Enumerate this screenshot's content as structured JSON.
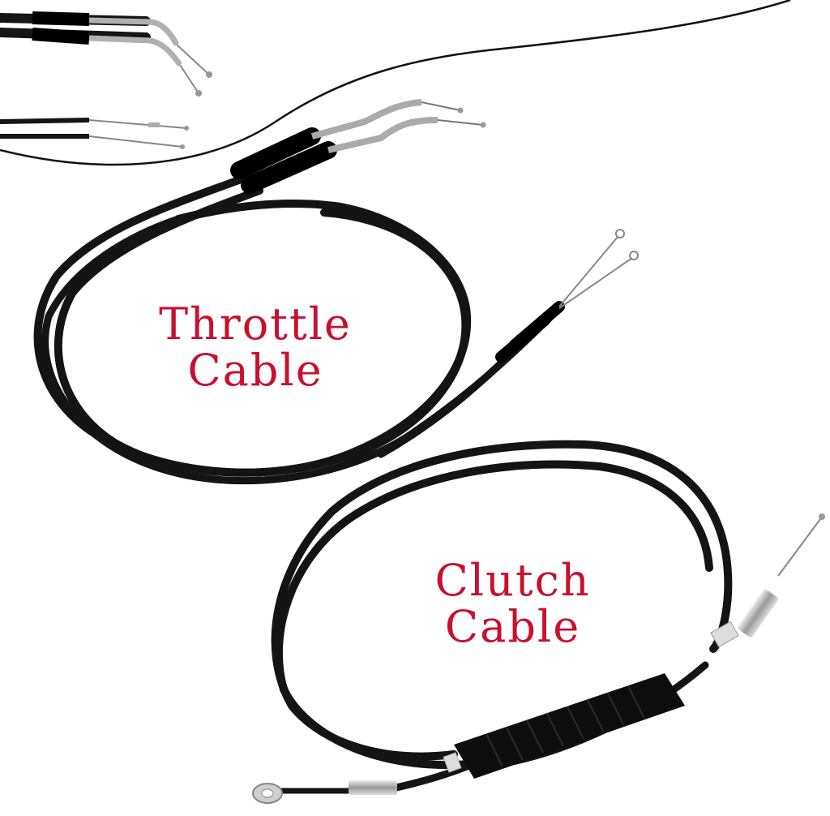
{
  "labels": {
    "throttle": {
      "line1": "Throttle",
      "line2": "Cable"
    },
    "clutch": {
      "line1": "Clutch",
      "line2": "Cable"
    }
  },
  "colors": {
    "label_text": "#c8102e",
    "cable": "#141414",
    "chrome": "#b8b8b8",
    "background": "#ffffff"
  }
}
